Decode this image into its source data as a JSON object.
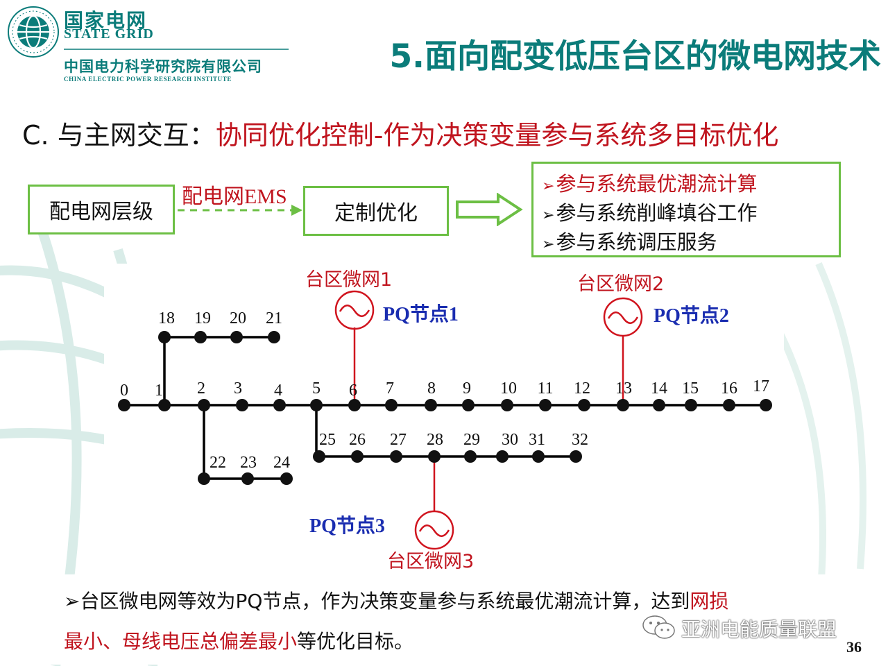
{
  "logo": {
    "name_cn": "国家电网",
    "name_en": "STATE GRID",
    "institute_cn": "中国电力科学研究院有限公司",
    "institute_en": "CHINA ELECTRIC POWER RESEARCH INSTITUTE"
  },
  "title": "5.面向配变低压台区的微电网技术",
  "subtitle": {
    "prefix": "C. 与主网交互：",
    "highlight": "协同优化控制-作为决策变量参与系统多目标优化"
  },
  "flow": {
    "box_level": "配电网层级",
    "arrow_label": "配电网EMS",
    "box_custom": "定制优化",
    "list": [
      {
        "marker": "➢",
        "text": "参与系统最优潮流计算",
        "highlighted": true
      },
      {
        "marker": "➢",
        "text": "参与系统削峰填谷工作",
        "highlighted": false
      },
      {
        "marker": "➢",
        "text": "参与系统调压服务",
        "highlighted": false
      }
    ]
  },
  "network": {
    "main_nodes": [
      "0",
      "1",
      "2",
      "3",
      "4",
      "5",
      "6",
      "7",
      "8",
      "9",
      "10",
      "11",
      "12",
      "13",
      "14",
      "15",
      "16",
      "17"
    ],
    "branch_top_nodes": [
      "18",
      "19",
      "20",
      "21"
    ],
    "branch_mid_nodes": [
      "22",
      "23",
      "24"
    ],
    "branch_bottom_nodes": [
      "25",
      "26",
      "27",
      "28",
      "29",
      "30",
      "31",
      "32"
    ],
    "microgrids": [
      {
        "name": "台区微网1",
        "pq_label": "PQ节点1",
        "bus": "6"
      },
      {
        "name": "台区微网2",
        "pq_label": "PQ节点2",
        "bus": "13"
      },
      {
        "name": "台区微网3",
        "pq_label": "PQ节点3",
        "bus": "28"
      }
    ],
    "colors": {
      "line": "#000000",
      "tie": "#d0141e",
      "pq_label": "#1a2db0",
      "mg_label": "#c0141e"
    }
  },
  "footer": {
    "marker": "➢",
    "part1": "台区微电网等效为PQ节点，作为决策变量参与系统最优潮流计算，达到",
    "highlight1": "网损",
    "highlight2": "最小、母线电压总偏差最小",
    "part2": "等优化目标。"
  },
  "watermark": "亚洲电能质量联盟",
  "page_number": "36",
  "colors": {
    "brand": "#0b7c7a",
    "accent_red": "#c0141e",
    "box_border": "#6cbf44"
  }
}
